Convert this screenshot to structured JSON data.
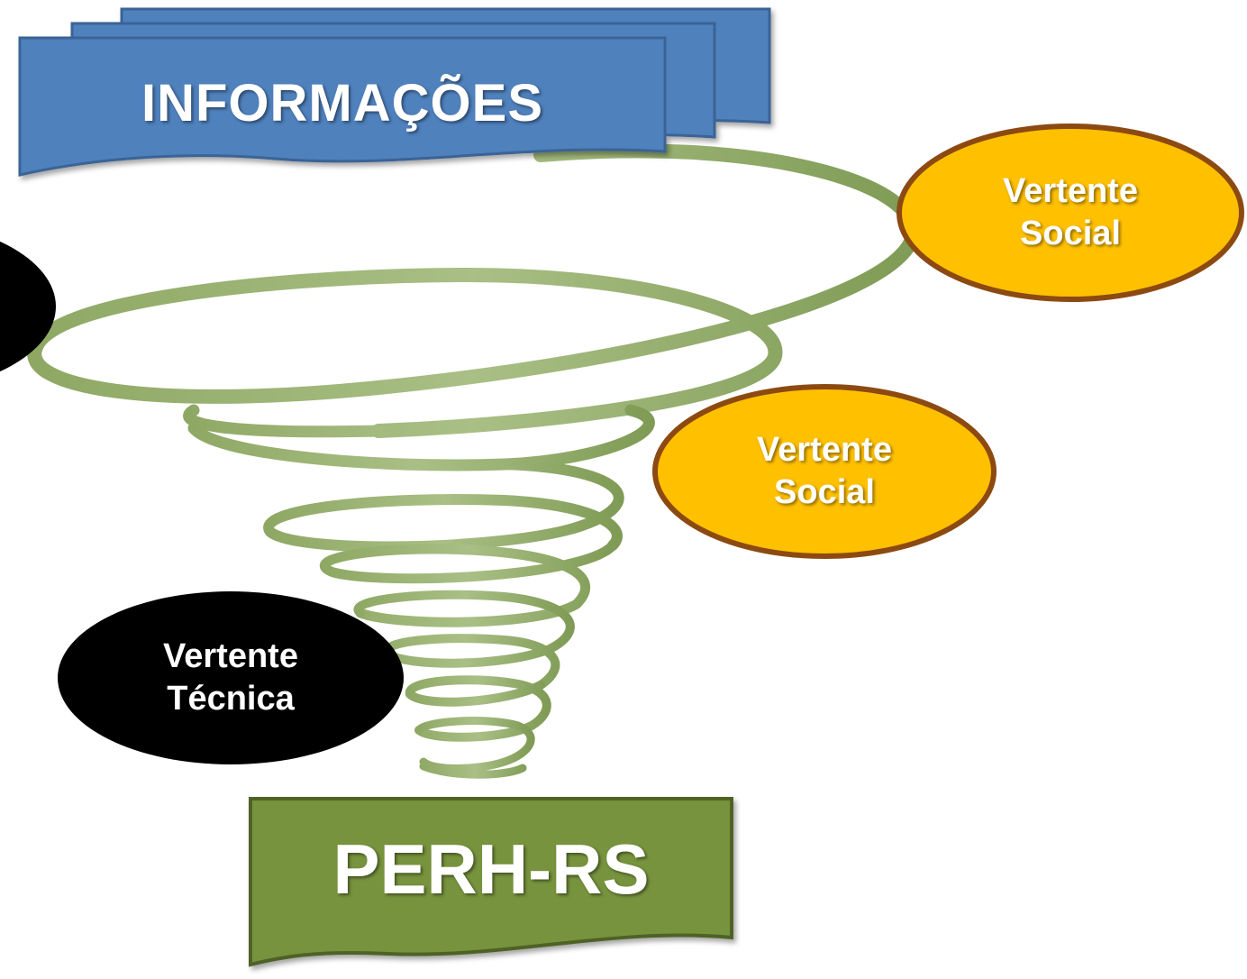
{
  "diagram": {
    "top_label": "INFORMAÇÕES",
    "bottom_label": "PERH-RS",
    "vertentes": [
      {
        "line1": "Vertente",
        "line2": "Social"
      },
      {
        "line1": "Vertente",
        "line2": "Social"
      },
      {
        "line1": "Vertente",
        "line2": "Técnica"
      }
    ]
  },
  "colors": {
    "banner_blue": "#4f81bd",
    "banner_green": "#77933c",
    "spiral_green": "#92ad6a",
    "social_fill": "#ffc000",
    "social_border": "#8c4a12",
    "tecnica_fill": "#000000",
    "label_text": "#ffffff"
  }
}
